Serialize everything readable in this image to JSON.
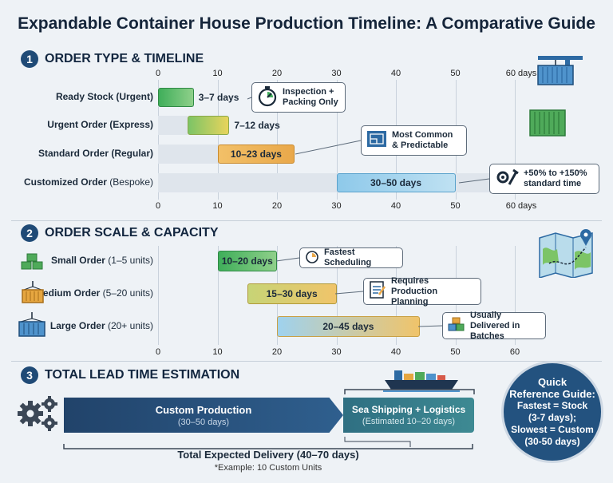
{
  "title": "Expandable Container House Production Timeline: A Comparative Guide",
  "section1": {
    "number": "1",
    "title": "ORDER TYPE & TIMELINE",
    "axis_ticks": [
      "0",
      "10",
      "20",
      "30",
      "40",
      "50"
    ],
    "axis_end_label": "60 days",
    "rows": [
      {
        "label": "Ready Stock (Urgent)",
        "label_bold": "Ready Stock (Urgent)",
        "label_rest": "",
        "start": 0,
        "end": 6,
        "track_end": 6,
        "bar_label": "3–7 days",
        "label_inside": false
      },
      {
        "label": "Urgent Order (Express)",
        "label_bold": "Urgent Order (Express)",
        "label_rest": "",
        "start": 5,
        "end": 12,
        "track_end": 5,
        "bar_label": "7–12 days",
        "label_inside": false
      },
      {
        "label": "Standard Order (Regular)",
        "label_bold": "Standard Order (Regular)",
        "label_rest": "",
        "start": 10,
        "end": 23,
        "track_end": 10,
        "bar_label": "10–23 days",
        "label_inside": true
      },
      {
        "label": "Customized Order (Bespoke)",
        "label_bold": "Customized Order",
        "label_rest": " (Bespoke)",
        "start": 30,
        "end": 50,
        "track_end": 60,
        "bar_label": "30–50 days",
        "label_inside": true
      }
    ],
    "callouts": [
      {
        "icon": "stopwatch-icon",
        "text": "Inspection + Packing Only"
      },
      {
        "icon": "blueprint-icon",
        "text": "Most Common & Predictable"
      },
      {
        "icon": "tools-icon",
        "text": "+50% to +150% standard time"
      }
    ]
  },
  "section2": {
    "number": "2",
    "title": "ORDER SCALE & CAPACITY",
    "axis_ticks": [
      "0",
      "10",
      "20",
      "30",
      "40",
      "50",
      "60"
    ],
    "rows": [
      {
        "label_bold": "Small Order",
        "label_rest": " (1–5 units)",
        "icon": "small-containers-icon",
        "start": 10,
        "end": 20,
        "bar_label": "10–20 days"
      },
      {
        "label_bold": "Medium Order",
        "label_rest": " (5–20 units)",
        "icon": "medium-container-icon",
        "start": 15,
        "end": 30,
        "bar_label": "15–30 days"
      },
      {
        "label_bold": "Large Order",
        "label_rest": " (20+ units)",
        "icon": "large-container-icon",
        "start": 20,
        "end": 44,
        "bar_label": "20–45 days"
      }
    ],
    "callouts": [
      {
        "icon": "timer-icon",
        "text": "Fastest Scheduling"
      },
      {
        "icon": "checklist-icon",
        "text": "Requires Production Planning"
      },
      {
        "icon": "batches-icon",
        "text": "Usually Delivered in Batches"
      }
    ]
  },
  "section3": {
    "number": "3",
    "title": "TOTAL LEAD TIME ESTIMATION",
    "production": {
      "title": "Custom Production",
      "sub": "(30–50 days)"
    },
    "shipping": {
      "title": "Sea Shipping + Logistics",
      "sub": "(Estimated 10–20 days)"
    },
    "total": "Total Expected Delivery (40–70 days)",
    "footnote": "*Example: 10 Custom Units"
  },
  "quick_guide": {
    "line1": "Quick",
    "line2": "Reference Guide:",
    "line3": "Fastest = Stock",
    "line4": "(3-7 days);",
    "line5": "Slowest = Custom",
    "line6": "(30-50 days)"
  },
  "colors": {
    "navy": "#1f4a76",
    "green": "#3fae5a",
    "orange": "#e9a84a",
    "blue": "#8ec9ea"
  }
}
